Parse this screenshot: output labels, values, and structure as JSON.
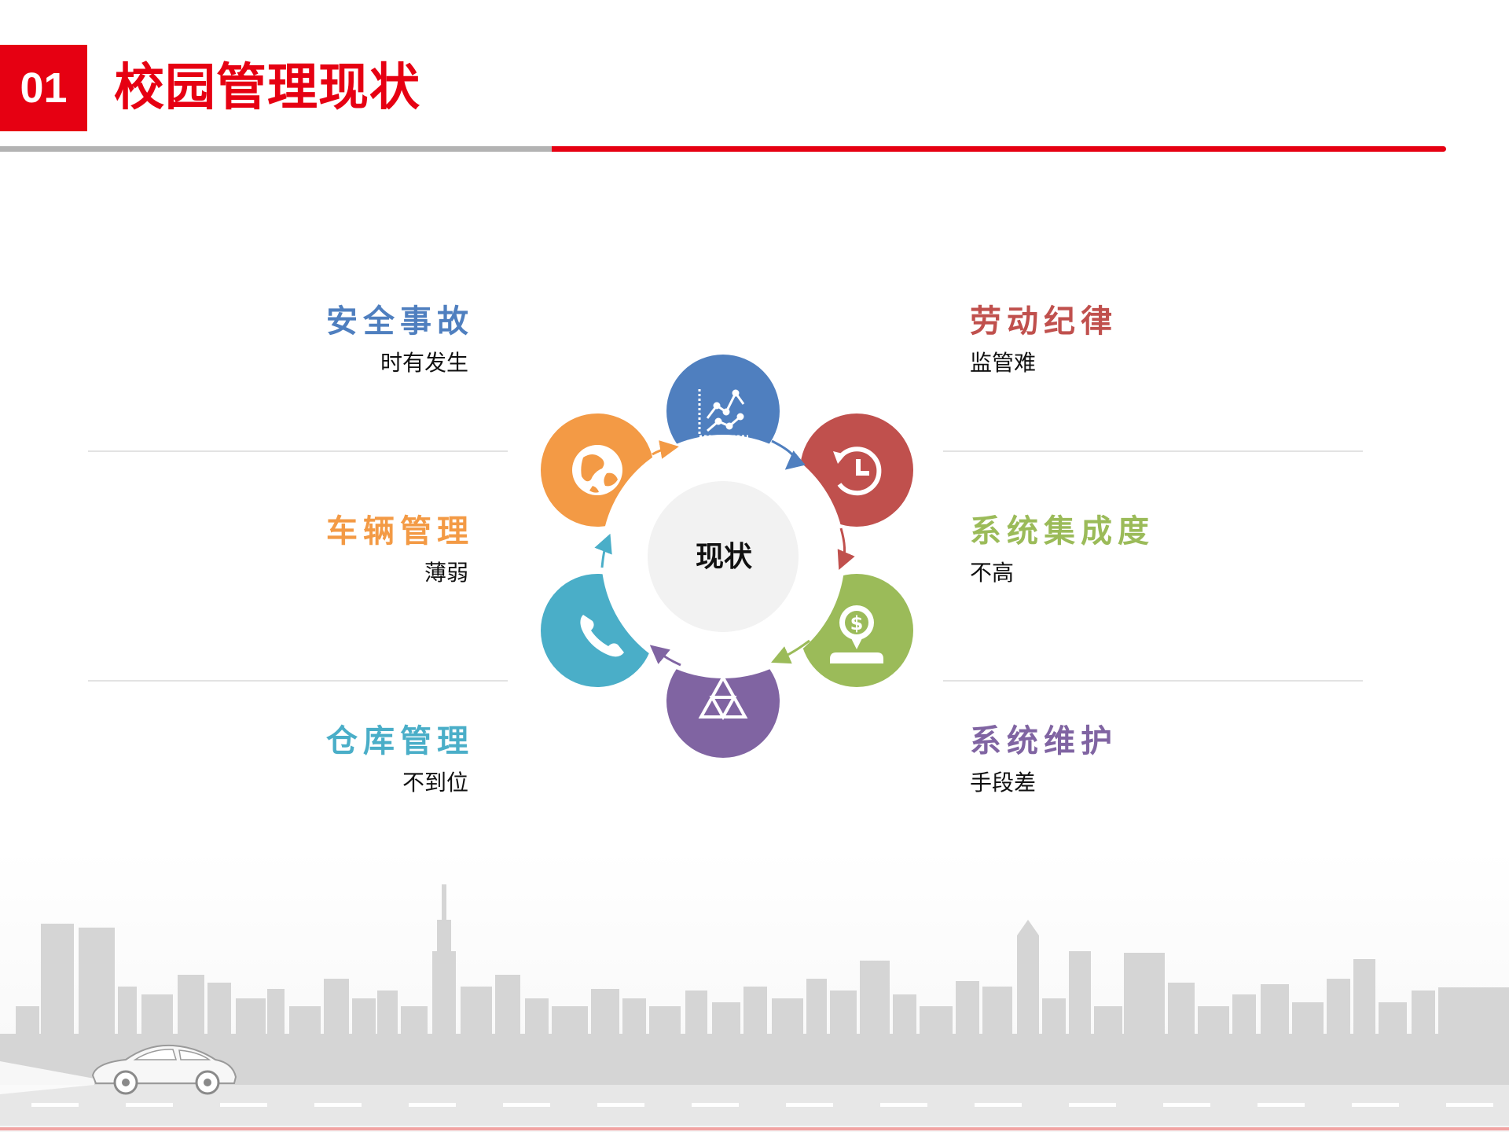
{
  "header": {
    "number": "01",
    "title": "校园管理现状"
  },
  "center": {
    "label": "现状"
  },
  "items": [
    {
      "title": "安全事故",
      "sub": "时有发生",
      "color": "#4f7fbf"
    },
    {
      "title": "车辆管理",
      "sub": "薄弱",
      "color": "#f39a45"
    },
    {
      "title": "仓库管理",
      "sub": "不到位",
      "color": "#4aaec8"
    },
    {
      "title": "劳动纪律",
      "sub": "监管难",
      "color": "#c0504d"
    },
    {
      "title": "系统集成度",
      "sub": "不高",
      "color": "#9bbb59"
    },
    {
      "title": "系统维护",
      "sub": "手段差",
      "color": "#8064a2"
    }
  ],
  "nodes": [
    {
      "icon": "chart-icon",
      "color": "#4f7fbf"
    },
    {
      "icon": "history-clock-icon",
      "color": "#c0504d"
    },
    {
      "icon": "dollar-location-icon",
      "color": "#9bbb59"
    },
    {
      "icon": "triangle-icon",
      "color": "#8064a2"
    },
    {
      "icon": "phone-icon",
      "color": "#4aaec8"
    },
    {
      "icon": "globe-icon",
      "color": "#f39a45"
    }
  ]
}
